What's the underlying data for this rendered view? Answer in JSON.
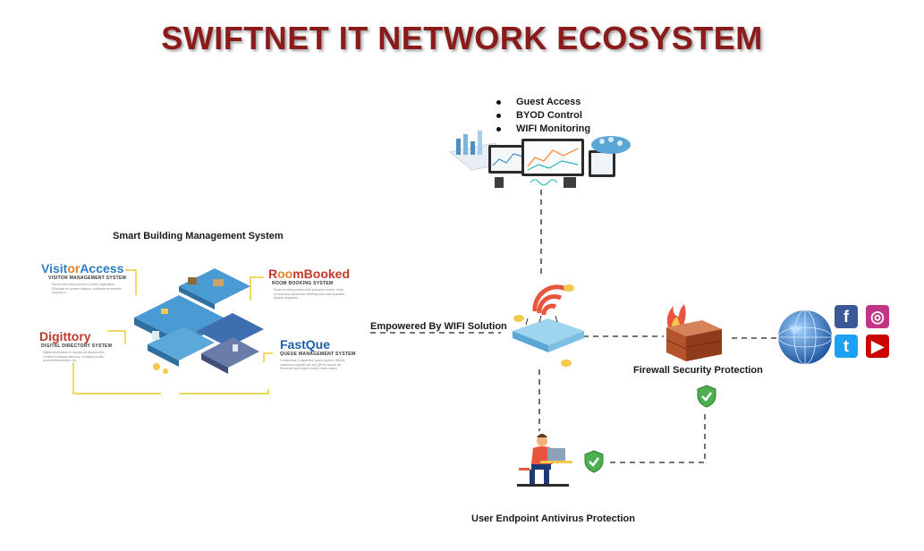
{
  "title": "SWIFTNET IT NETWORK ECOSYSTEM",
  "guest_features": [
    "Guest Access",
    "BYOD Control",
    "WIFI Monitoring"
  ],
  "smart_building": {
    "heading": "Smart Building Management System",
    "modules": [
      {
        "name_a": "Visit",
        "name_b": "or",
        "name_c": "Access",
        "subtitle": "VISITOR MANAGEMENT SYSTEM",
        "desc": "Secure and track access & visitor registration. Eliminate so access stations, notifications ensures property s."
      },
      {
        "name_a": "R",
        "name_b": "oo",
        "name_c": "mBooked",
        "subtitle": "ROOM BOOKING SYSTEM",
        "desc": "Smart booking system with schedule screen. Easy to book and cancel the meeting room with sharable display anywhere."
      },
      {
        "name_a": "Digittory",
        "subtitle": "DIGITAL DIRECTORY SYSTEM",
        "desc": "Digital information to replace all touchscreen. Content including directory, company profile, product introduction, etc."
      },
      {
        "name_a": "FastQue",
        "subtitle": "QUEUE MANAGEMENT SYSTEM",
        "desc": "Contactless & paperless queue system. Allows customers register via any QR for queue list. Reminder and sms to orders when called."
      }
    ]
  },
  "center_label": "Empowered By WIFI Solution",
  "firewall_label": "Firewall Security Protection",
  "endpoint_label": "User Endpoint Antivirus Protection",
  "social": [
    {
      "icon": "facebook-icon",
      "glyph": "f",
      "color": "#3b5998"
    },
    {
      "icon": "instagram-icon",
      "glyph": "◎",
      "color": "#c13584"
    },
    {
      "icon": "twitter-icon",
      "glyph": "t",
      "color": "#1da1f2"
    },
    {
      "icon": "youtube-icon",
      "glyph": "▶",
      "color": "#cc0000"
    }
  ],
  "colors": {
    "title": "#8b1a1a",
    "connector": "#e6c200",
    "shield": "#4caf50",
    "brick": "#b5542c"
  }
}
